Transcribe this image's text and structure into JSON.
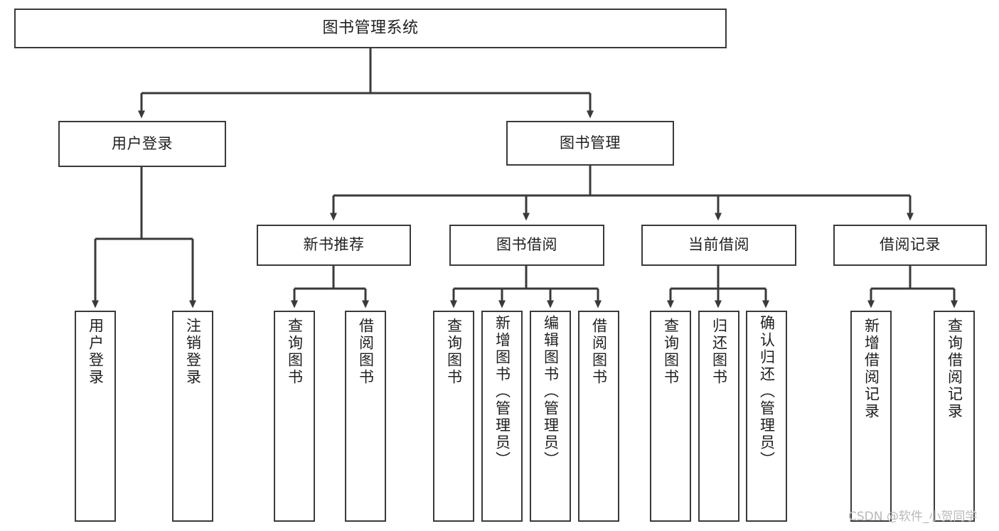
{
  "diagram": {
    "type": "tree-hierarchy",
    "title": "图书管理系统",
    "watermark": "CSDN @软件_小贺同学",
    "colors": {
      "stroke": "#3a3a3a",
      "fill": "#ffffff",
      "text": "#1f1f1f",
      "watermark": "#b9b9b9"
    },
    "nodes": {
      "root": {
        "label": "图书管理系统"
      },
      "level2": [
        {
          "id": "user-login",
          "label": "用户登录"
        },
        {
          "id": "book-manage",
          "label": "图书管理"
        }
      ],
      "level3": [
        {
          "id": "new-book-rec",
          "label": "新书推荐"
        },
        {
          "id": "book-borrow",
          "label": "图书借阅"
        },
        {
          "id": "current-borrow",
          "label": "当前借阅"
        },
        {
          "id": "borrow-record",
          "label": "借阅记录"
        }
      ],
      "leaves": {
        "user-login": [
          {
            "id": "leaf-user-login",
            "label": "用户登录"
          },
          {
            "id": "leaf-logout",
            "label": "注销登录"
          }
        ],
        "new-book-rec": [
          {
            "id": "leaf-query-book-1",
            "label": "查询图书"
          },
          {
            "id": "leaf-borrow-book-1",
            "label": "借阅图书"
          }
        ],
        "book-borrow": [
          {
            "id": "leaf-query-book-2",
            "label": "查询图书"
          },
          {
            "id": "leaf-add-book",
            "label": "新增图书（管理员）"
          },
          {
            "id": "leaf-edit-book",
            "label": "编辑图书（管理员）"
          },
          {
            "id": "leaf-borrow-book-2",
            "label": "借阅图书"
          }
        ],
        "current-borrow": [
          {
            "id": "leaf-query-book-3",
            "label": "查询图书"
          },
          {
            "id": "leaf-return-book",
            "label": "归还图书"
          },
          {
            "id": "leaf-confirm-return",
            "label": "确认归还（管理员）"
          }
        ],
        "borrow-record": [
          {
            "id": "leaf-add-record",
            "label": "新增借阅记录"
          },
          {
            "id": "leaf-query-record",
            "label": "查询借阅记录"
          }
        ]
      }
    }
  }
}
